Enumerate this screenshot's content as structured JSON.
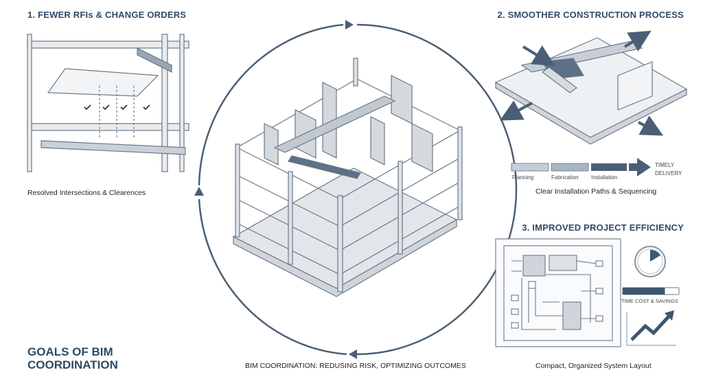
{
  "title": {
    "line1": "GOALS OF BIM",
    "line2": "COORDINATION"
  },
  "center_caption": "BIM COORDINATION: REDUSING RISK, OPTIMIZING OUTCOMES",
  "section1": {
    "heading": "1. FEWER RFIs & CHANGE ORDERS",
    "caption": "Resolved Intersections & Clearences"
  },
  "section2": {
    "heading": "2. SMOOTHER CONSTRUCTION PROCESS",
    "stages": [
      "Planning",
      "Fabrication",
      "Installation"
    ],
    "end_label_1": "TIMELY",
    "end_label_2": "DELIVERY",
    "caption": "Clear Installation Paths & Sequencing"
  },
  "section3": {
    "heading": "3. IMPROVED PROJECT EFFICIENCY",
    "savings_label": "TIME COST & SAVINGS",
    "savings_progress": 0.75,
    "caption": "Compact, Organized System Layout"
  },
  "colors": {
    "accent": "#2f4a66",
    "line": "#4a5f75",
    "light": "#c8d0d8"
  }
}
